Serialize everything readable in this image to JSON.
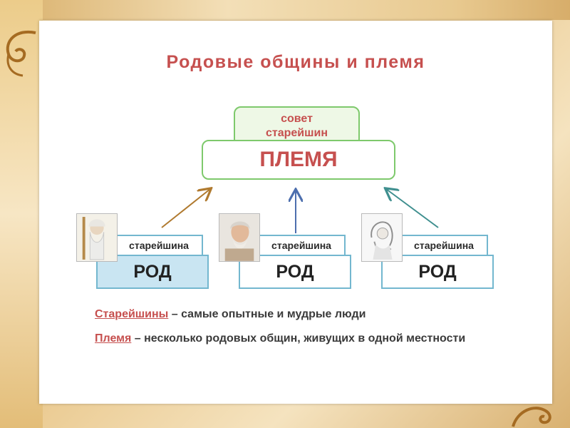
{
  "slide": {
    "title": "Родовые общины и племя",
    "tribe": {
      "council_line1": "совет",
      "council_line2": "старейшин",
      "label": "ПЛЕМЯ"
    },
    "clans": [
      {
        "elder_label": "старейшина",
        "label": "РОД",
        "photo": "elder-portrait-1"
      },
      {
        "elder_label": "старейшина",
        "label": "РОД",
        "photo": "elder-portrait-2"
      },
      {
        "elder_label": "старейшина",
        "label": "РОД",
        "photo": "elder-portrait-3"
      }
    ],
    "definitions": [
      {
        "term": "Старейшины",
        "text": " – самые опытные и мудрые люди"
      },
      {
        "term": "Племя",
        "text": " – несколько родовых общин, живущих в одной местности"
      }
    ]
  },
  "colors": {
    "accent_red": "#c6504f",
    "tribe_border": "#7ec96c",
    "clan_border": "#73b7cf",
    "clan_active_fill": "#c9e5f2",
    "arrow_left": "#b07a2f",
    "arrow_middle": "#4d6fae",
    "arrow_right": "#3f8f8f"
  }
}
